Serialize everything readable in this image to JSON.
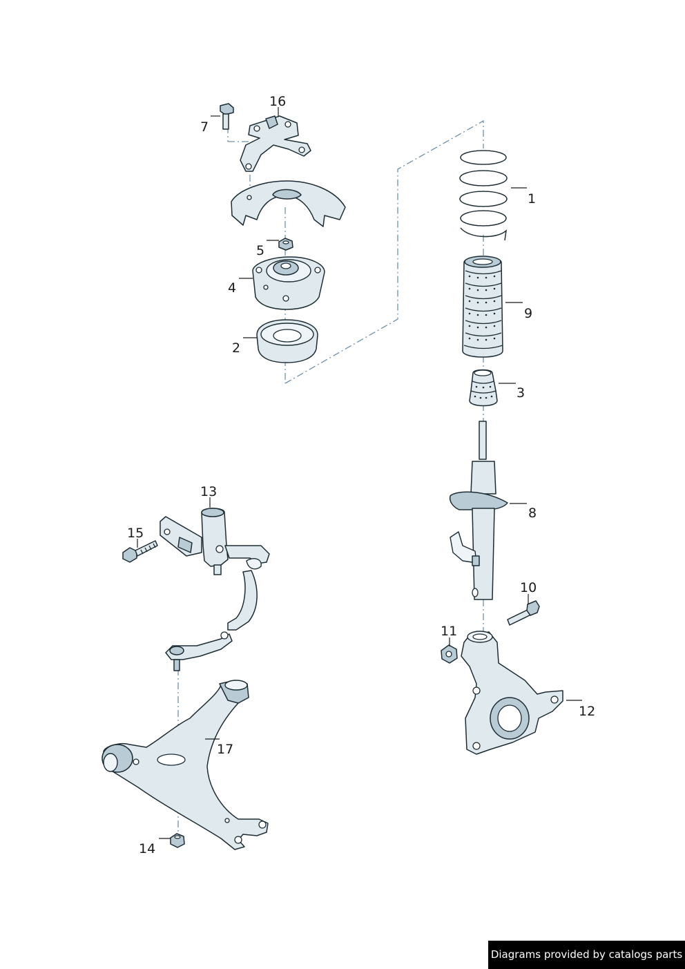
{
  "callouts": [
    {
      "id": "c1",
      "label": "1"
    },
    {
      "id": "c2",
      "label": "2"
    },
    {
      "id": "c3",
      "label": "3"
    },
    {
      "id": "c4",
      "label": "4"
    },
    {
      "id": "c5",
      "label": "5"
    },
    {
      "id": "c7",
      "label": "7"
    },
    {
      "id": "c8",
      "label": "8"
    },
    {
      "id": "c9",
      "label": "9"
    },
    {
      "id": "c10",
      "label": "10"
    },
    {
      "id": "c11",
      "label": "11"
    },
    {
      "id": "c12",
      "label": "12"
    },
    {
      "id": "c13",
      "label": "13"
    },
    {
      "id": "c14",
      "label": "14"
    },
    {
      "id": "c15",
      "label": "15"
    },
    {
      "id": "c16",
      "label": "16"
    },
    {
      "id": "c17",
      "label": "17"
    }
  ],
  "credit": "Diagrams provided by catalogs parts",
  "colors": {
    "part_fill": "#dfe9ee",
    "part_shade": "#b9ccd6",
    "outline": "#1d2b33",
    "axis_line": "#6f8fa8",
    "credit_bg": "#000000",
    "credit_text": "#ffffff"
  }
}
